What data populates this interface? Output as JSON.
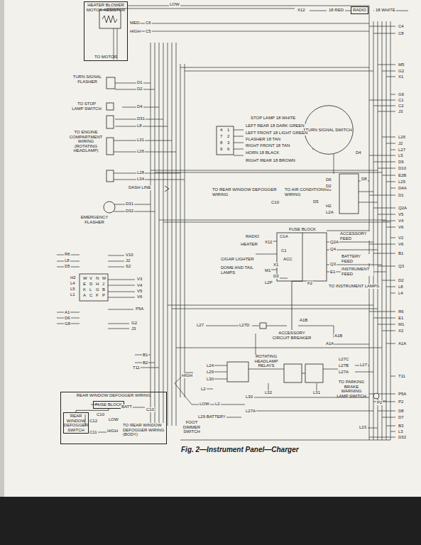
{
  "diagram": {
    "caption": "Fig. 2—Instrument Panel—Charger",
    "nodes": [
      {
        "text": [
          "HEATER BLOWER MOTOR RESISTOR",
          "TO MOTOR"
        ]
      },
      {
        "text": [
          "RADIO"
        ]
      },
      {
        "text": [
          "TURN SIGNAL FLASHER"
        ]
      },
      {
        "text": [
          "TO STOP LAMP SWITCH"
        ]
      },
      {
        "text": [
          "TO ENGINE COMPARTMENT WIRING (ROTATING HEADLAMP)"
        ]
      },
      {
        "text": [
          "EMERGENCY FLASHER"
        ]
      },
      {
        "text": [
          "TURN SIGNAL SWITCH"
        ]
      },
      {
        "text": [
          "FUSE BLOCK"
        ]
      },
      {
        "text": [
          "ACCESSORY CIRCUIT BREAKER"
        ]
      },
      {
        "text": [
          "ROTATING HEADLAMP RELAYS"
        ]
      },
      {
        "text": [
          "TO PARKING BRAKE WARNING LAMP SWITCH"
        ]
      },
      {
        "text": [
          "FOOT DIMMER SWITCH"
        ]
      },
      {
        "text": [
          "REAR WINDOW DEFOGGER WIRING"
        ]
      },
      {
        "text": [
          "FUSE BLOCK"
        ],
        "in": 12
      },
      {
        "text": [
          "REAR WINDOW DEFOGGER SWITCH"
        ],
        "in": 12
      }
    ],
    "edges": [
      {
        "from": 13,
        "to": 14,
        "arrow": "none"
      },
      {
        "from": 7,
        "to": 8,
        "arrow": "none"
      }
    ],
    "labels": [
      "LOW",
      "MED",
      "C6",
      "HIGH",
      "C5",
      "X12",
      "18 RED",
      "18 WHITE",
      "C4",
      "C8",
      "M5",
      "G2",
      "X1",
      "G6",
      "C1",
      "C2",
      "J3",
      "L26",
      "J2",
      "L27",
      "L5",
      "D9",
      "D10",
      "E2B",
      "L25",
      "D4A",
      "D1",
      "Q2A",
      "V5",
      "V4",
      "V6",
      "V2",
      "V6",
      "B1",
      "Q3",
      "D2",
      "L8",
      "L4",
      "R6",
      "E1",
      "M1",
      "X2",
      "A1A",
      "T11",
      "P5A",
      "P2",
      "D8",
      "D7",
      "B3",
      "L3",
      "D32",
      "D1",
      "D2",
      "D4",
      "D31",
      "L8",
      "L31",
      "L26",
      "L28",
      "L34",
      "DASH LINE",
      "D31",
      "D32",
      "STOP LAMP 18 WHITE",
      "LEFT REAR 18 DARK GREEN",
      "LEFT FRONT 18 LIGHT GREEN",
      "FLASHER 18 TAN",
      "RIGHT FRONT 18 TAN",
      "HORN 18 BLACK",
      "RIGHT REAR 18 BROWN",
      "4",
      "1",
      "7",
      "2",
      "8",
      "3",
      "9",
      "6",
      "D4",
      "TO REAR WINDOW DEFOGGER WIRING",
      "C10",
      "TO AIR CONDITIONING WIRING",
      "D6",
      "D2",
      "D8",
      "D5",
      "H2",
      "L2A",
      "ACCESSORY FEED",
      "RADIO",
      "HEATER",
      "C1A",
      "X12",
      "C1",
      "Q2A",
      "Q4",
      "BATTERY FEED",
      "Q3",
      "INSTRUMENT FEED",
      "E1",
      "CIGAR LIGHTER",
      "ACC",
      "X1",
      "DOME AND TAIL LAMPS",
      "M1",
      "D3",
      "L2P",
      "F2",
      "TO INSTRUMENT LAMPS",
      "R6",
      "L8",
      "D5",
      "V10",
      "J2",
      "S2",
      "H2",
      "L4",
      "L5",
      "L1",
      "V3",
      "V4",
      "V5",
      "V6",
      "P5A",
      "A1",
      "D6",
      "G8",
      "G2",
      "J3",
      "B1",
      "B2",
      "T11",
      "W",
      "V",
      "N",
      "M",
      "E",
      "D",
      "H",
      "J",
      "K",
      "L",
      "G",
      "B",
      "A",
      "C",
      "F",
      "P",
      "L27",
      "L27D",
      "A1B",
      "A1B",
      "A1A",
      "L24",
      "L29",
      "L30",
      "L32",
      "L31",
      "L27C",
      "L27B",
      "L27A",
      "L27",
      "P2",
      "HIGH",
      "LOW",
      "L2",
      "L29 BATTERY",
      "L2",
      "L30",
      "L27A",
      "L23",
      "BATT",
      "C10",
      "C10",
      "C12",
      "LOW",
      "HIGH",
      "C11",
      "TO REAR WINDOW DEFOGGER WIRING (BODY)"
    ]
  }
}
